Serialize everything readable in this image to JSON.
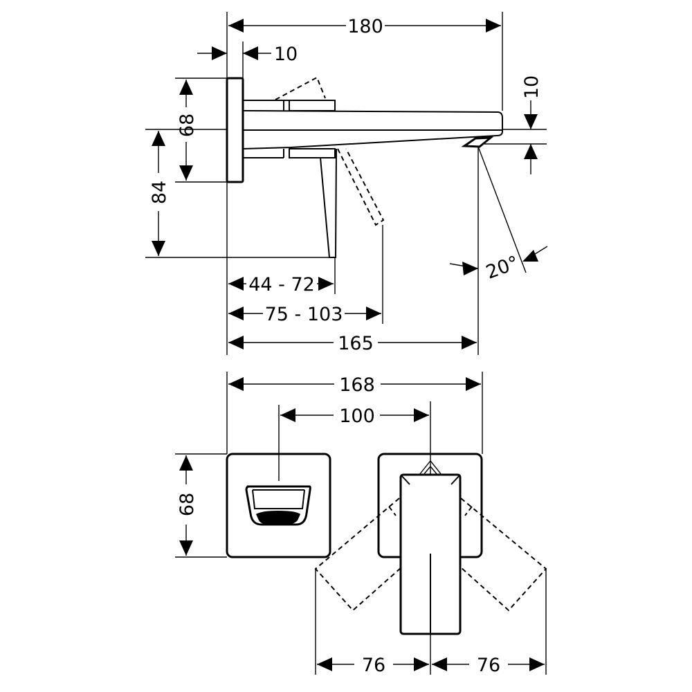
{
  "side_view": {
    "dim_overall_length": "180",
    "dim_plate_thickness": "10",
    "dim_plate_height": "68",
    "dim_outlet_height": "10",
    "dim_total_height": "84",
    "dim_lever_range": "44 - 72",
    "dim_lever_swing_range": "75 - 103",
    "dim_spout_projection": "165",
    "dim_jet_angle": "20°"
  },
  "front_view": {
    "dim_total_width": "168",
    "dim_center_distance": "100",
    "dim_plate_height": "68",
    "dim_swing_left": "76",
    "dim_swing_right": "76"
  }
}
